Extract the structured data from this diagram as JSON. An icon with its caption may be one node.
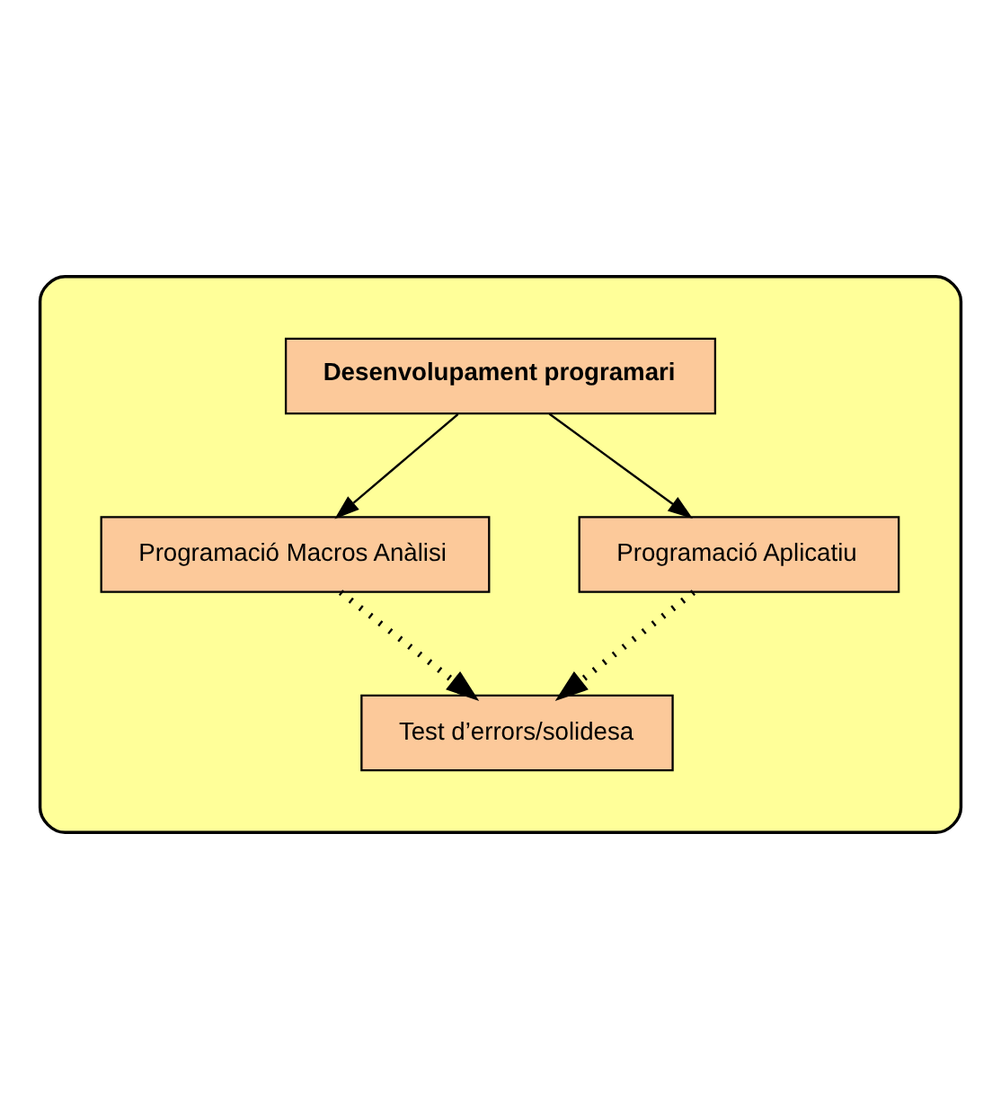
{
  "diagram": {
    "nodes": [
      {
        "text": [],
        "shape": "box"
      },
      {
        "text": [
          "Desenvolupament programari"
        ],
        "in": 0
      },
      {
        "text": [
          "Programació Macros Anàlisi"
        ],
        "in": 0
      },
      {
        "text": [
          "Programació Aplicatiu"
        ],
        "in": 0
      },
      {
        "text": [
          "Test d’errors/solidesa"
        ],
        "in": 0
      }
    ],
    "edges": [
      {
        "from": 1,
        "to": 2,
        "arrow": "to"
      },
      {
        "from": 1,
        "to": 3,
        "arrow": "to"
      },
      {
        "from": 2,
        "to": 4,
        "arrow": "to",
        "style": "dashed"
      },
      {
        "from": 3,
        "to": 4,
        "arrow": "to",
        "style": "dashed"
      }
    ]
  }
}
